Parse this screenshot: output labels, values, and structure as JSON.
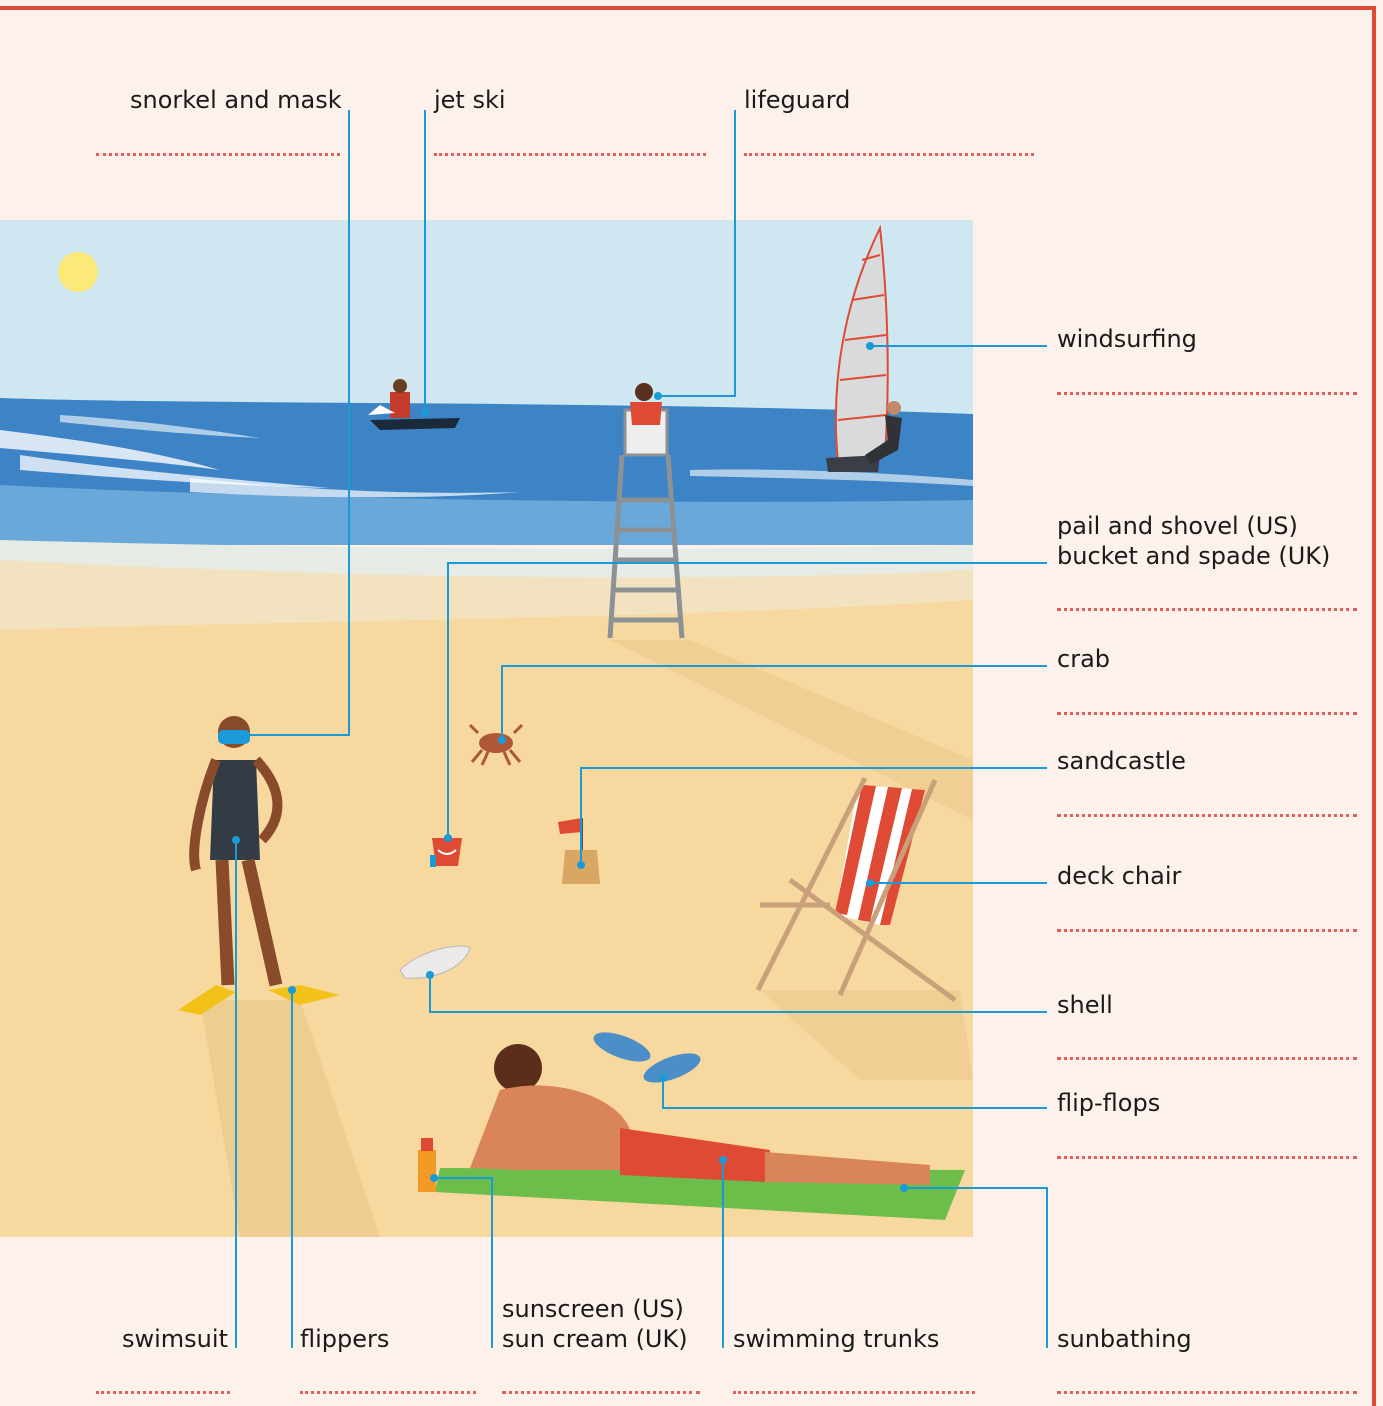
{
  "labels": {
    "snorkel": "snorkel and mask",
    "jetski": "jet ski",
    "lifeguard": "lifeguard",
    "windsurfing": "windsurfing",
    "pail_us": "pail and shovel (US)",
    "bucket_uk": "bucket and spade (UK)",
    "crab": "crab",
    "sandcastle": "sandcastle",
    "deckchair": "deck chair",
    "shell": "shell",
    "flipflops": "flip-flops",
    "swimsuit": "swimsuit",
    "flippers": "flippers",
    "sunscreen_us": "sunscreen (US)",
    "suncream_uk": "sun cream (UK)",
    "trunks": "swimming trunks",
    "sunbathing": "sunbathing"
  },
  "colors": {
    "frame": "#de4a33",
    "leader": "#1a9ad6",
    "dotted": "#e0605a",
    "sky": "#cde6ef",
    "sea": "#3f86c8",
    "sand": "#f7d9a0",
    "background": "#fdf1ec"
  }
}
